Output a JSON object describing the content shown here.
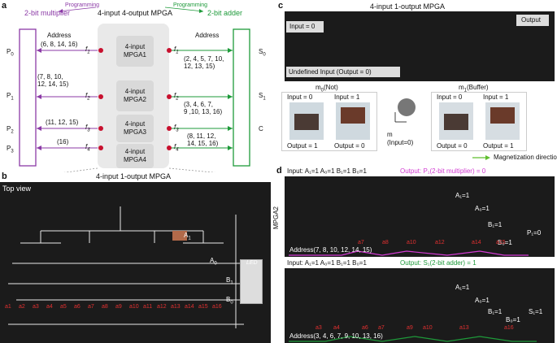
{
  "colors": {
    "purple": "#8b3aa6",
    "green": "#1e9a3a",
    "red": "#c8102e",
    "magenta": "#d23bd2"
  },
  "panel_a": {
    "letter": "a",
    "prog_left": "Programming",
    "prog_right": "Programming",
    "title_left": "2-bit multiplier",
    "title_center": "4-input 4-output MPGA",
    "title_right": "2-bit adder",
    "address_left": "Address",
    "address_right": "Address",
    "outputs_left": [
      "P",
      "P",
      "P",
      "P"
    ],
    "outputs_left_sub": [
      "0",
      "1",
      "2",
      "3"
    ],
    "outputs_right": [
      "S",
      "S",
      "C"
    ],
    "outputs_right_sub": [
      "0",
      "1",
      ""
    ],
    "addr_left": [
      "(6, 8, 14, 16)",
      "(7, 8, 10,\n12, 14, 15)",
      "(11, 12, 15)",
      "(16)"
    ],
    "addr_right": [
      "(2, 4, 5, 7, 10,\n12, 13, 15)",
      "(3, 4, 6, 7,\n9 ,10, 13, 16)",
      "(8, 11, 12,\n14, 15, 16)"
    ],
    "f_left": [
      "f",
      "f",
      "f",
      "f"
    ],
    "f_left_sub": [
      "1",
      "2",
      "3",
      "4"
    ],
    "f_right": [
      "f",
      "f",
      "f",
      "f"
    ],
    "f_right_sub": [
      "1",
      "2",
      "3",
      "4"
    ],
    "modules": [
      "4-input\nMPGA1",
      "4-input\nMPGA2",
      "4-input\nMPGA3",
      "4-input\nMPGA4"
    ]
  },
  "panel_b": {
    "letter": "b",
    "title": "4-input 1-output MPGA",
    "top_view": "Top view",
    "led": "LED",
    "inputs": [
      "A",
      "A",
      "B",
      "B"
    ],
    "inputs_sub": [
      "1",
      "0",
      "1",
      "0"
    ],
    "leaves": [
      "a1",
      "a2",
      "a3",
      "a4",
      "a5",
      "a6",
      "a7",
      "a8",
      "a9",
      "a10",
      "a11",
      "a12",
      "a13",
      "a14",
      "a15",
      "a16"
    ]
  },
  "panel_c": {
    "letter": "c",
    "title": "4-input 1-output MPGA",
    "input0": "Input = 0",
    "output": "Output",
    "undefined": "Undefined Input (Output = 0)",
    "not_title": "m",
    "not_sub": "0",
    "not_text": "(Not)",
    "buf_title": "m",
    "buf_sub": "1",
    "buf_text": "(Buffer)",
    "in0": "Input = 0",
    "in1": "Input = 1",
    "out1": "Output = 1",
    "out0": "Output = 0",
    "in0b": "Input = 0",
    "in1b": "Input = 1",
    "out0b": "Output = 0",
    "out1b": "Output = 1",
    "center1": "m",
    "center2": "(Input=0)",
    "mag_dir": "Magnetization direction"
  },
  "panel_d": {
    "letter": "d",
    "side_label": "MPGA2",
    "row1_inputs": "Input: A₁=1 A₀=1 B₁=1 B₀=1",
    "row1_output": "Output: P₁(2-bit multiplier) = 0",
    "row1_address": "Address(7, 8, 10, 12, 14, 15)",
    "row1_p": "P₁=0",
    "row2_inputs": "Input: A₁=1 A₀=1 B₁=1 B₀=1",
    "row2_output": "Output: S₁(2-bit adder) = 1",
    "row2_address": "Address(3, 4, 6, 7, 9, 10, 13, 16)",
    "row2_s": "S₁=1",
    "a1": "A₁=1",
    "a0": "A₀=1",
    "b1": "B₁=1",
    "b0": "B₀=1",
    "row1_leaves": [
      "a7",
      "a8",
      "a10",
      "a12",
      "a14",
      "a15"
    ],
    "row2_leaves": [
      "a3",
      "a4",
      "a6",
      "a7",
      "a9",
      "a10",
      "a13",
      "a16"
    ]
  }
}
